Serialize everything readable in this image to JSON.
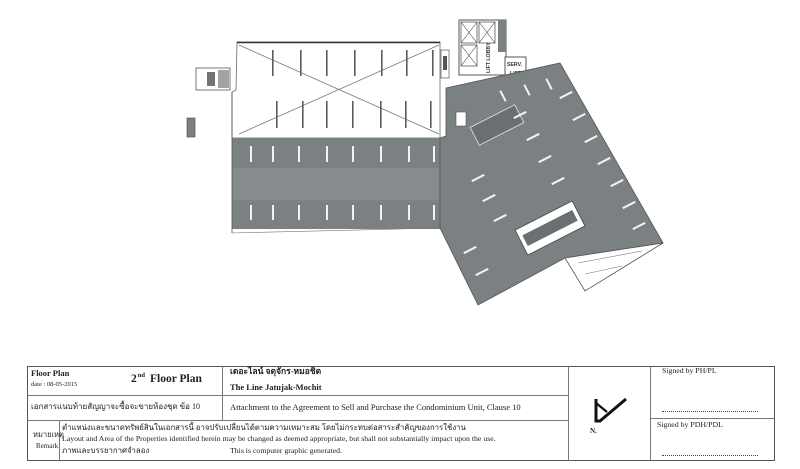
{
  "floor_plan": {
    "lift_lobby_label": "LIFT LOBBY",
    "serv_label": "SERV.",
    "lift_label": "LIFT",
    "colors": {
      "parking": "#7b8082",
      "outline": "#555555"
    }
  },
  "title_block": {
    "doc_type": "Floor Plan",
    "date": "date : 08-05-2015",
    "floor_number": "2",
    "floor_suffix": "nd",
    "floor_title": "Floor Plan",
    "project_name_th": "เดอะไลน์ จตุจักร-หมอชิต",
    "project_name_en": "The Line Jatujak-Mochit",
    "attachment_th": "เอกสารแนบท้ายสัญญาจะซื้อจะขายห้องชุด ข้อ 10",
    "attachment_en": "Attachment to the Agreement to Sell and Purchase the Condominium Unit, Clause 10",
    "remark_label_th": "หมายเหตุ",
    "remark_label_en": "Remark",
    "remark_th": "ตำแหน่งและขนาดทรัพย์สินในเอกสารนี้ อาจปรับเปลี่ยนได้ตามความเหมาะสม โดยไม่กระทบต่อสาระสำคัญของการใช้งาน",
    "remark_en": "Layout and Area of the Properties identified herein may be changed as deemed appropriate, but shall not substantially impact upon the use.",
    "cg_th": "ภาพและบรรยากาศจำลอง",
    "cg_en": "This is computer graphic generated.",
    "north_label": "N.",
    "north_icon": "north-arrow-icon",
    "signature_1": "Signed by PH/PL",
    "signature_2": "Signed by PDH/PDL"
  }
}
